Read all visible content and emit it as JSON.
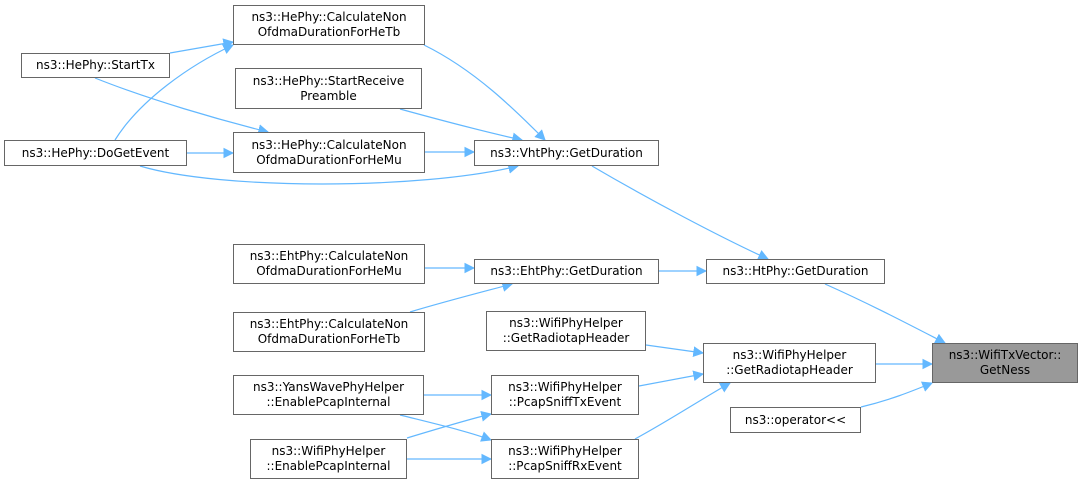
{
  "graph": {
    "edge_color": "#63b8ff",
    "root_fill": "#999999",
    "node_border": "#666666",
    "nodes": {
      "getness": "ns3::WifiTxVector::\nGetNess",
      "ht_getduration": "ns3::HtPhy::GetDuration",
      "wifihelper_getradiotap": "ns3::WifiPhyHelper\n::GetRadiotapHeader",
      "operator_ll": "ns3::operator<<",
      "eht_getduration": "ns3::EhtPhy::GetDuration",
      "vht_getduration": "ns3::VhtPhy::GetDuration",
      "eht_calc_hemu": "ns3::EhtPhy::CalculateNon\nOfdmaDurationForHeMu",
      "eht_calc_hetb": "ns3::EhtPhy::CalculateNon\nOfdmaDurationForHeTb",
      "he_calc_hetb": "ns3::HePhy::CalculateNon\nOfdmaDurationForHeTb",
      "he_startreceive": "ns3::HePhy::StartReceive\nPreamble",
      "he_calc_hemu": "ns3::HePhy::CalculateNon\nOfdmaDurationForHeMu",
      "he_dogetevent": "ns3::HePhy::DoGetEvent",
      "he_starttx": "ns3::HePhy::StartTx",
      "wifihelper_getradiotap2": "ns3::WifiPhyHelper\n::GetRadiotapHeader",
      "pcapsnifftx": "ns3::WifiPhyHelper\n::PcapSniffTxEvent",
      "pcapsniffrx": "ns3::WifiPhyHelper\n::PcapSniffRxEvent",
      "yans_enablepcap": "ns3::YansWavePhyHelper\n::EnablePcapInternal",
      "wifihelper_enablepcap": "ns3::WifiPhyHelper\n::EnablePcapInternal"
    }
  }
}
